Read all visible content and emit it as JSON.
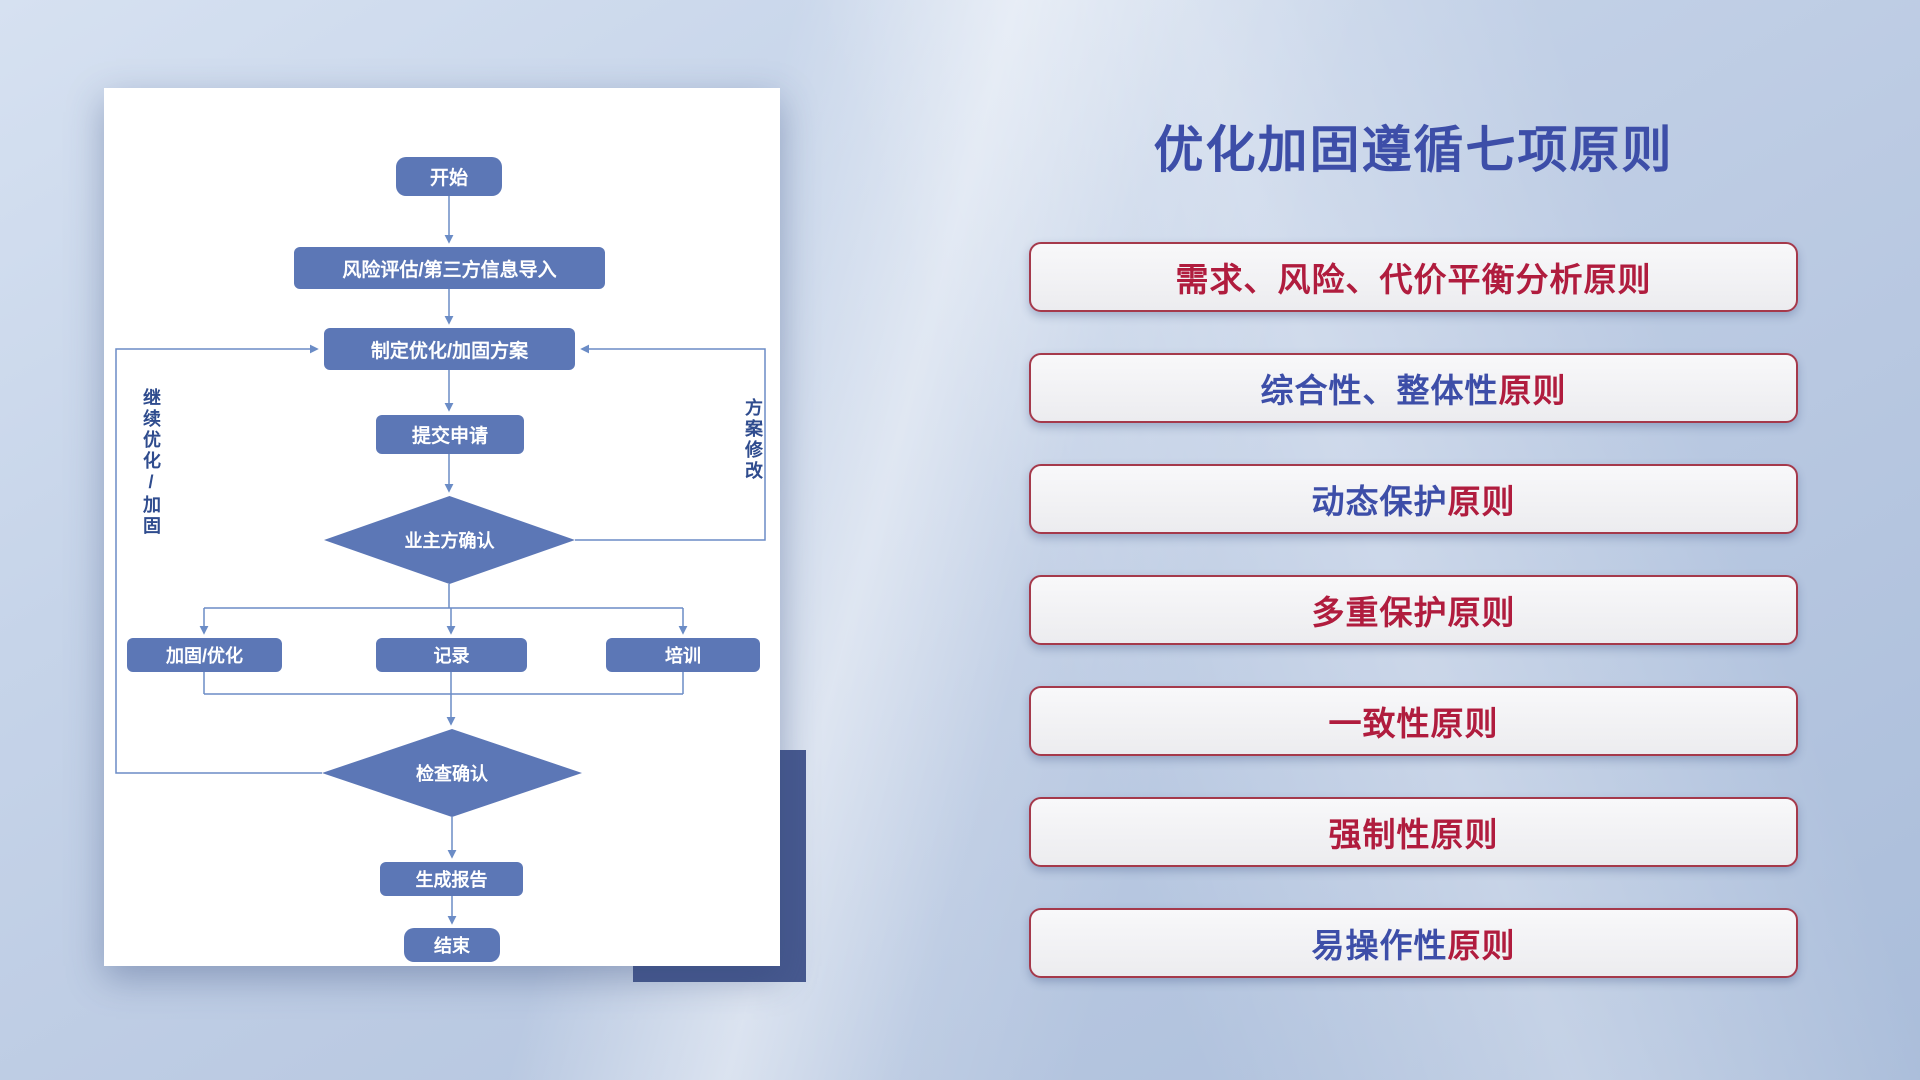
{
  "slide": {
    "title": "优化加固遵循七项原则"
  },
  "flowchart": {
    "nodes": {
      "start": "开始",
      "risk_import": "风险评估/第三方信息导入",
      "make_plan": "制定优化/加固方案",
      "submit": "提交申请",
      "owner_confirm": "业主方确认",
      "reinforce": "加固/优化",
      "record": "记录",
      "training": "培训",
      "check_confirm": "检查确认",
      "report": "生成报告",
      "end": "结束"
    },
    "loop_labels": {
      "continue_optimize": "继续优化/加固",
      "plan_modify": "方案修改"
    }
  },
  "principles": [
    {
      "parts": [
        {
          "text": "需求、风险、代价平衡分析原则",
          "color": "#b01c3e"
        }
      ]
    },
    {
      "parts": [
        {
          "text": "综合性、整体性",
          "color": "#3d4ea8"
        },
        {
          "text": "原则",
          "color": "#b01c3e"
        }
      ]
    },
    {
      "parts": [
        {
          "text": "动态保护",
          "color": "#3d4ea8"
        },
        {
          "text": "原则",
          "color": "#b01c3e"
        }
      ]
    },
    {
      "parts": [
        {
          "text": "多重保护原则",
          "color": "#b01c3e"
        }
      ]
    },
    {
      "parts": [
        {
          "text": "一致性原则",
          "color": "#b01c3e"
        }
      ]
    },
    {
      "parts": [
        {
          "text": "强制性原则",
          "color": "#b01c3e"
        }
      ]
    },
    {
      "parts": [
        {
          "text": "易操作性",
          "color": "#3d4ea8"
        },
        {
          "text": "原则",
          "color": "#b01c3e"
        }
      ]
    }
  ],
  "colors": {
    "title_blue": "#3d4ea8",
    "principle_red": "#b01c3e",
    "principle_blue": "#3d4ea8",
    "node_blue": "#5c77b6",
    "connector_blue": "#6b8cc6",
    "box_border_red": "#a5394b",
    "loop_label_blue": "#2f4c8e",
    "accent_rect_blue": "#47598f"
  }
}
